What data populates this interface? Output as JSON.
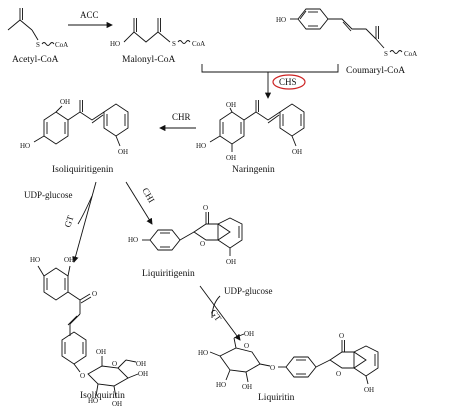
{
  "compounds": {
    "acetyl_coa": "Acetyl-CoA",
    "malonyl_coa": "Malonyl-CoA",
    "coumaryl_coa": "Coumaryl-CoA",
    "naringenin": "Naringenin",
    "isoliquiritigenin": "Isoliquiritigenin",
    "liquiritigenin": "Liquiritigenin",
    "isoliquiritin": "Isoliquiritin",
    "liquiritin": "Liquiritin"
  },
  "enzymes": {
    "acc": "ACC",
    "chs": "CHS",
    "chr": "CHR",
    "chi": "CHI",
    "gt_left": "GT",
    "gt_right": "GT"
  },
  "cofactors": {
    "udp_glucose_left": "UDP-glucose",
    "udp_glucose_right": "UDP-glucose"
  },
  "atoms": {
    "coa": "CoA",
    "s": "S",
    "ho": "HO",
    "oh": "OH",
    "o": "O"
  },
  "colors": {
    "chs_highlight": "#cc2222",
    "ink": "#111111"
  }
}
